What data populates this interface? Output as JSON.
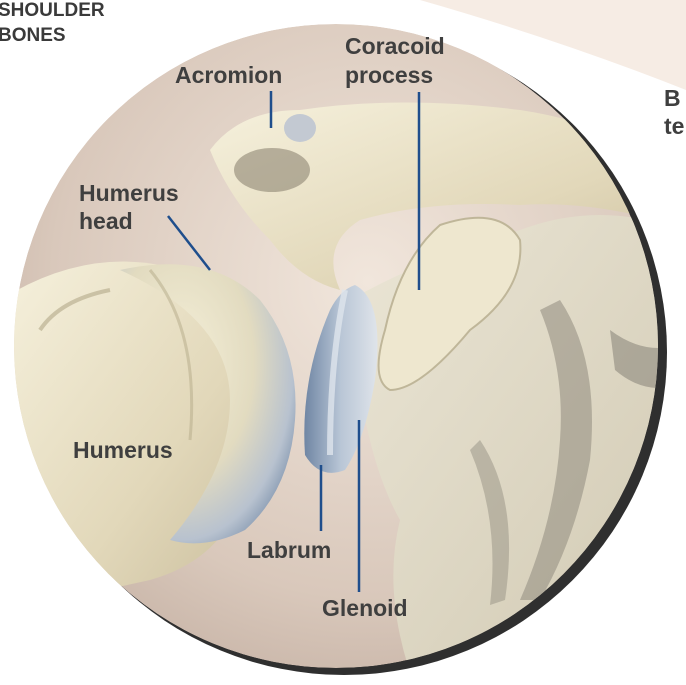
{
  "title": {
    "line1": "SHOULDER",
    "line2": "BONES"
  },
  "labels": {
    "acromion": "Acromion",
    "coracoid_line1": "Coracoid",
    "coracoid_line2": "process",
    "humerus_head_line1": "Humerus",
    "humerus_head_line2": "head",
    "humerus": "Humerus",
    "labrum": "Labrum",
    "glenoid": "Glenoid",
    "cut_line1": "B",
    "cut_line2": "te"
  },
  "colors": {
    "leader_line": "#1f4e8c",
    "label_text": "#3f3f3f",
    "bone": "#e8e0c4",
    "cartilage": "#9fb0c6",
    "rim": "#3c3c3c"
  }
}
